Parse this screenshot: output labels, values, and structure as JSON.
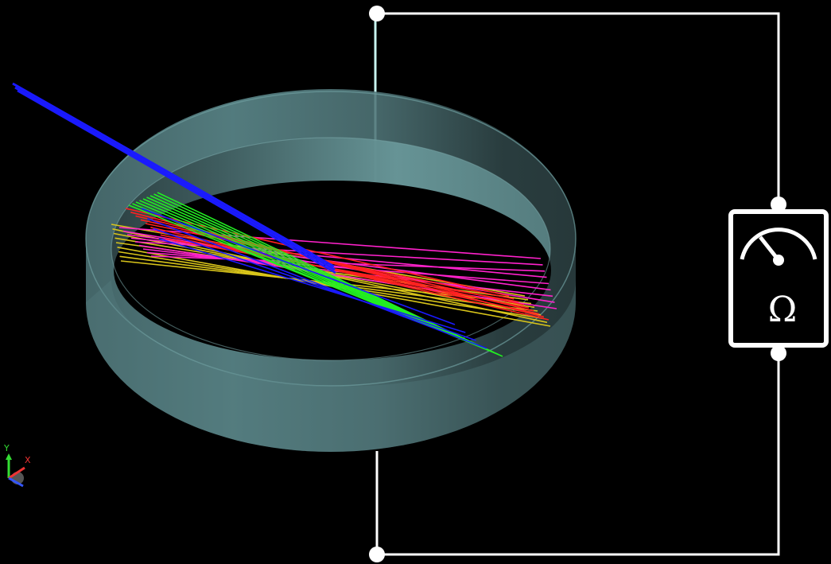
{
  "meter": {
    "symbol": "Ω"
  },
  "axes": {
    "y_label": "Y",
    "x_label": "X"
  },
  "colors": {
    "background": "#000000",
    "ring": "#5f8d8f",
    "circuit_wire": "#ffffff",
    "probe": "#c8f4f0",
    "beam_incident": "#1a1aff",
    "ray_blue": "#1a1aff",
    "ray_green": "#22ee22",
    "ray_red": "#ff2020",
    "ray_magenta": "#ff22cc",
    "ray_yellow": "#d8c41a"
  }
}
